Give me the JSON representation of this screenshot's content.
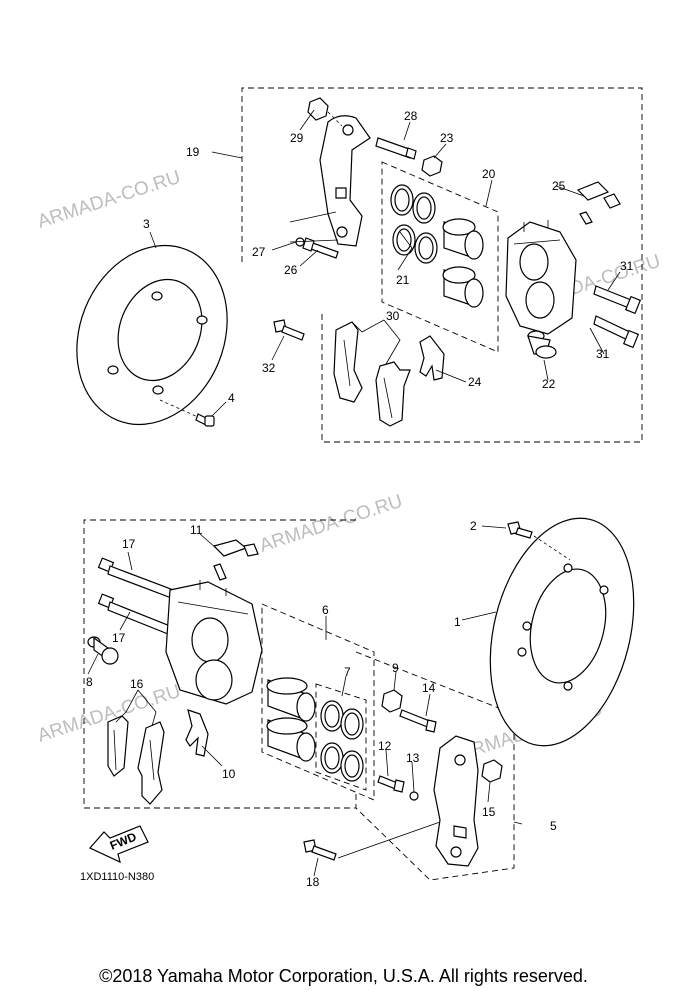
{
  "diagram": {
    "code": "1XD1110-N380",
    "fwd_label": "FWD",
    "watermark": "ARMADA-CO.RU",
    "footer": "©2018 Yamaha Motor Corporation, U.S.A. All rights reserved.",
    "callouts": [
      "1",
      "2",
      "3",
      "4",
      "5",
      "6",
      "7",
      "8",
      "9",
      "10",
      "11",
      "12",
      "13",
      "14",
      "15",
      "16",
      "17",
      "18",
      "19",
      "20",
      "21",
      "22",
      "23",
      "24",
      "25",
      "26",
      "27",
      "28",
      "29",
      "30",
      "31",
      "32"
    ]
  }
}
